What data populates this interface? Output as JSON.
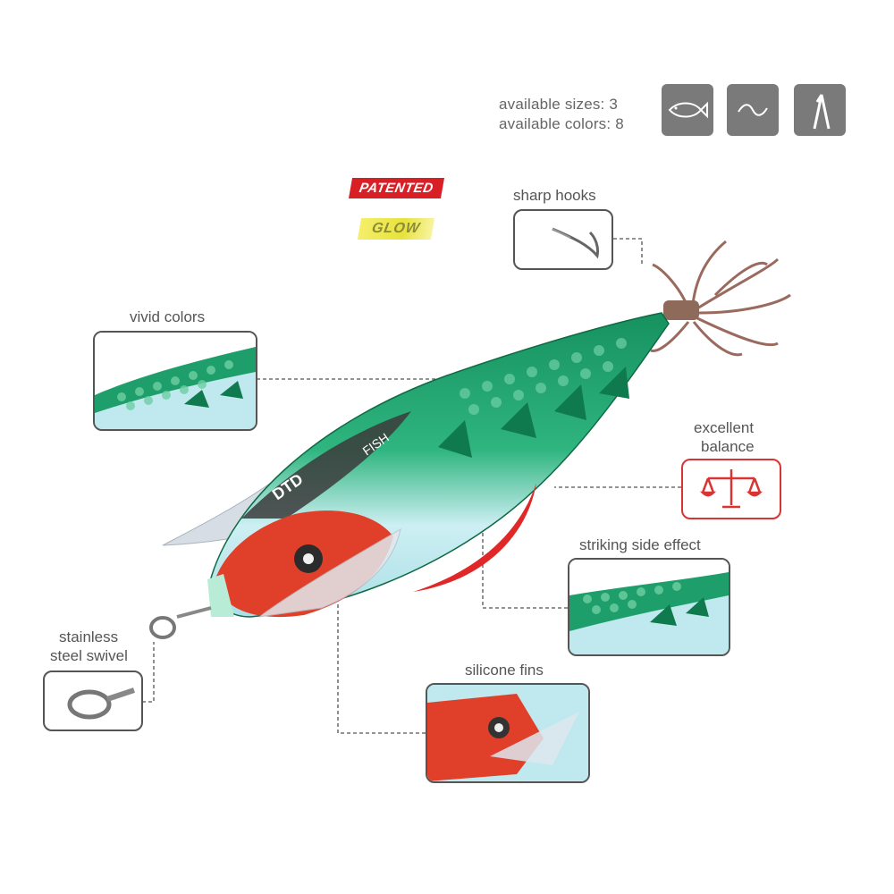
{
  "specs": {
    "sizes": "available sizes: 3",
    "colors": "available colors: 8"
  },
  "feature_icons": [
    "fish-icon",
    "wave-icon",
    "hook-icon"
  ],
  "badges": {
    "patented": "PATENTED",
    "glow": "GLOW"
  },
  "callouts": {
    "sharp_hooks": "sharp hooks",
    "vivid_colors": "vivid colors",
    "excellent_balance_line1": "excellent",
    "excellent_balance_line2": "balance",
    "striking_side_effect": "striking side effect",
    "stainless_line1": "stainless",
    "stainless_line2": "steel swivel",
    "silicone_fins": "silicone fins"
  },
  "lure": {
    "brand": "DTD",
    "model": "FISH"
  },
  "colors": {
    "accent_red": "#d81f26",
    "body_green": "#1e9e6a",
    "icon_gray": "#7a7a7a"
  }
}
